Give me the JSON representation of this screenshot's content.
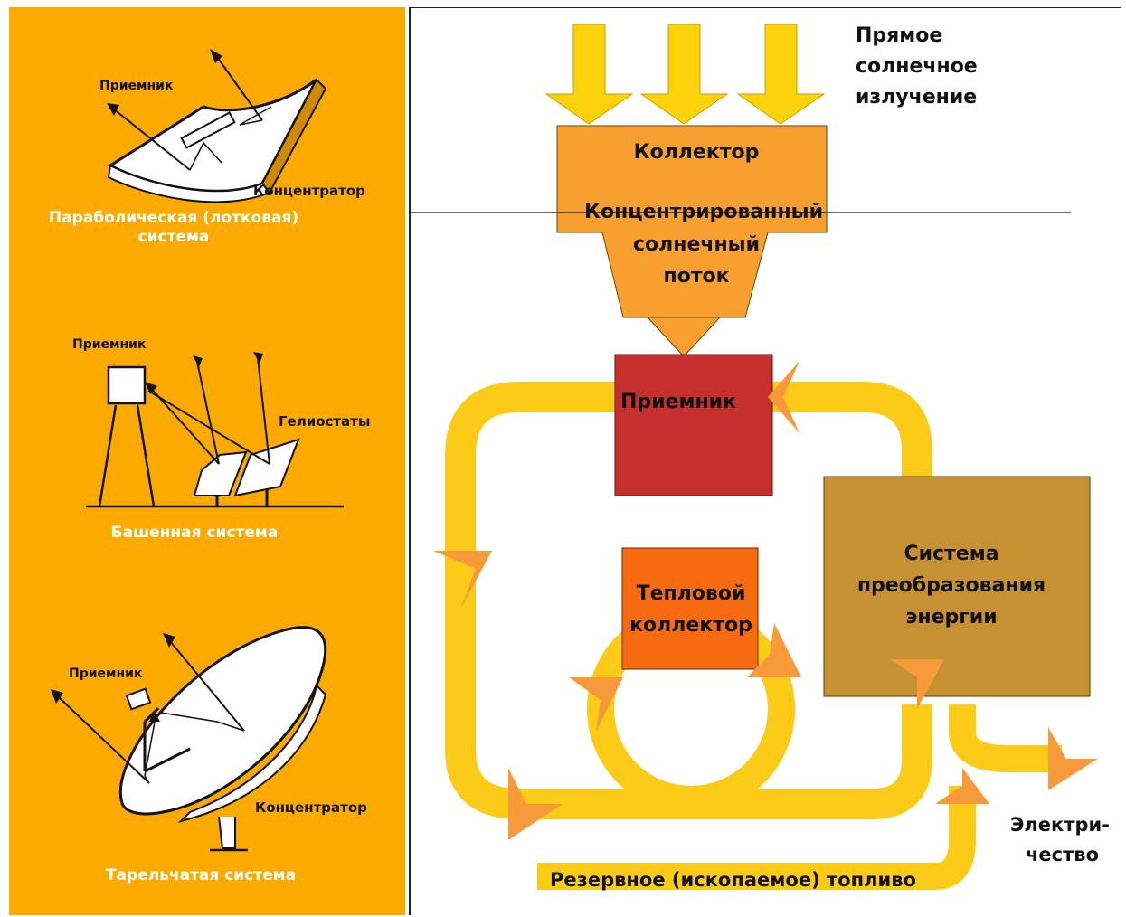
{
  "colors": {
    "left_panel": "#FDAA00",
    "yellow_arrow": "#FBD20B",
    "collector": "#F7A030",
    "receiver": "#C72F2E",
    "thermal_collector": "#F66B10",
    "conversion_system": "#C59133",
    "loop": "#FBCB18",
    "arrow_head": "#F79A3A"
  },
  "left": {
    "trough": {
      "receiver_label": "Приемник",
      "concentrator_label": "Концентратор",
      "caption_line1": "Параболическая (лотковая)",
      "caption_line2": "система"
    },
    "tower": {
      "receiver_label": "Приемник",
      "heliostats_label": "Гелиостаты",
      "caption": "Башенная система"
    },
    "dish": {
      "receiver_label": "Приемник",
      "concentrator_label": "Концентратор",
      "caption": "Тарельчатая система"
    }
  },
  "main": {
    "sunlight": [
      "Прямое",
      "солнечное",
      "излучение"
    ],
    "collector_title": "Коллектор",
    "concentrated_flux": [
      "Концентрированный",
      "солнечный",
      "поток"
    ],
    "receiver": "Приемник",
    "thermal_collector": [
      "Тепловой",
      "коллектор"
    ],
    "conversion_system": [
      "Система",
      "преобразования",
      "энергии"
    ],
    "electricity": [
      "Электри-",
      "чество"
    ],
    "backup_fuel": "Резервное (ископаемое) топливо"
  }
}
